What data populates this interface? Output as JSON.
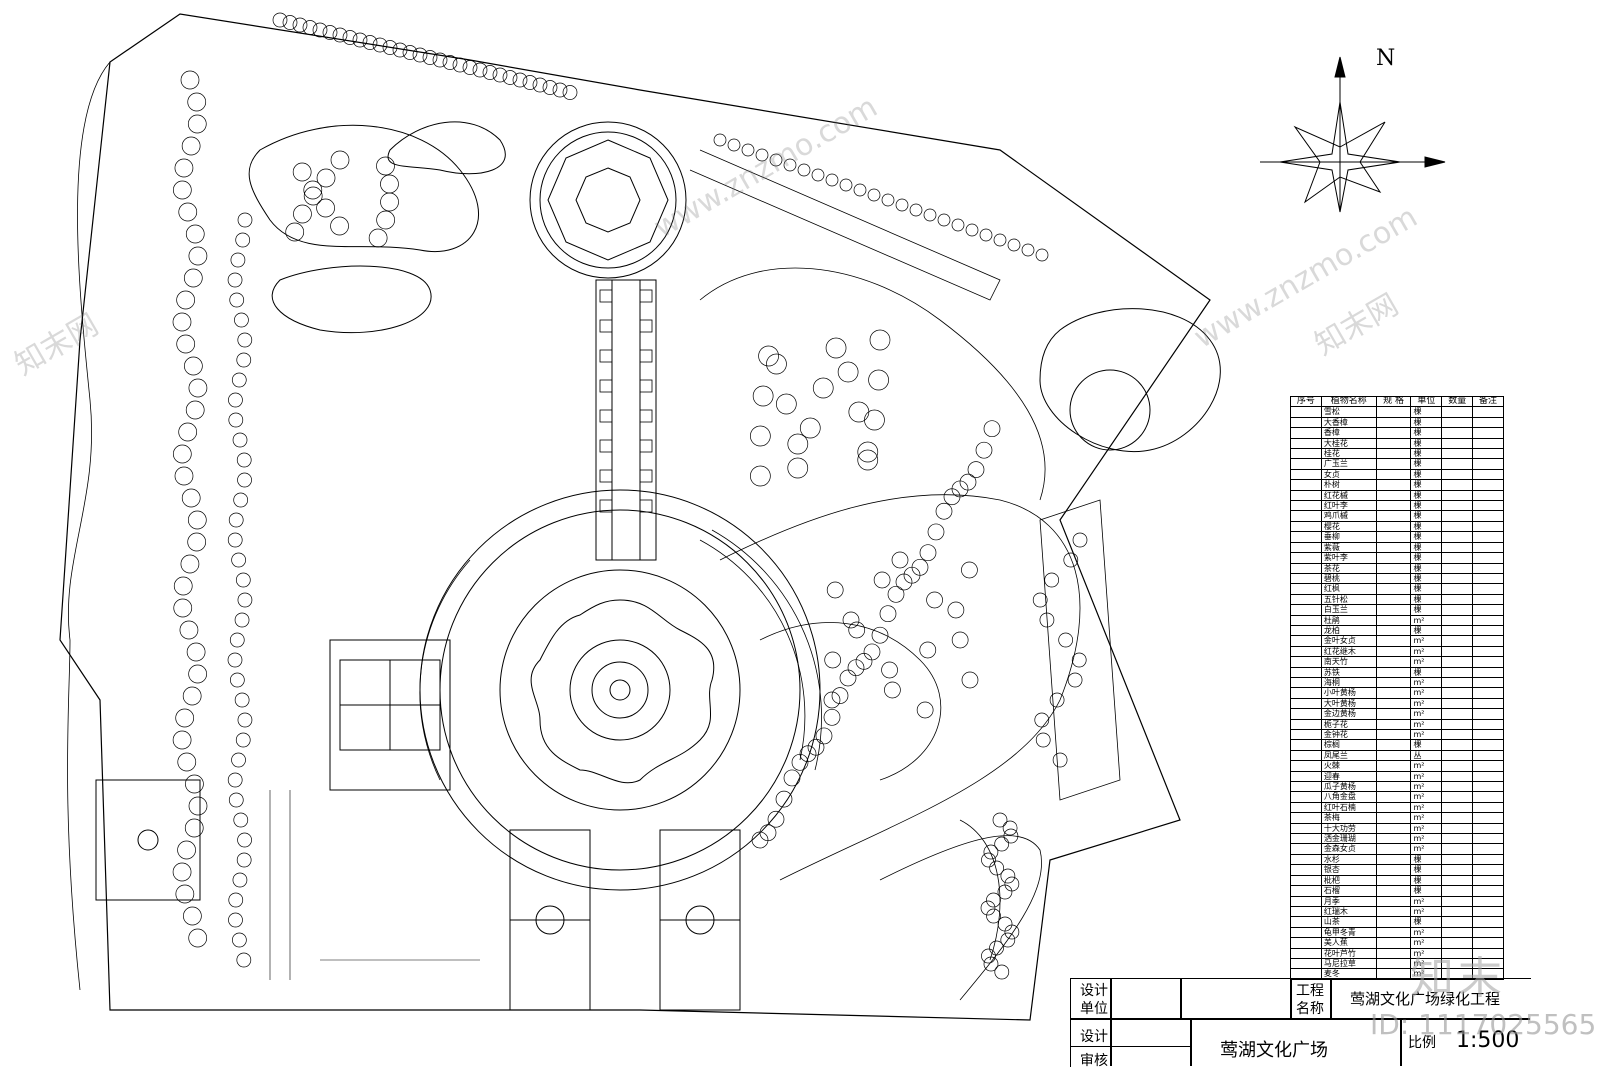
{
  "north_label": "N",
  "legend": {
    "headers": [
      "序号",
      "植物名称",
      "规 格",
      "单位",
      "数量",
      "备注"
    ],
    "plants": [
      "雪松",
      "大香樟",
      "香樟",
      "大桂花",
      "桂花",
      "广玉兰",
      "女贞",
      "朴树",
      "红花槭",
      "红叶李",
      "鸡爪槭",
      "樱花",
      "垂柳",
      "紫薇",
      "紫叶李",
      "茶花",
      "碧桃",
      "红枫",
      "五针松",
      "白玉兰",
      "杜鹃",
      "龙柏",
      "金叶女贞",
      "红花继木",
      "南天竹",
      "苏铁",
      "海桐",
      "小叶黄杨",
      "大叶黄杨",
      "金边黄杨",
      "栀子花",
      "金钟花",
      "棕榈",
      "凤尾兰",
      "火棘",
      "迎春",
      "瓜子黄杨",
      "八角金盘",
      "红叶石楠",
      "茶梅",
      "十大功劳",
      "洒金珊瑚",
      "金森女贞",
      "水杉",
      "银杏",
      "枇杷",
      "石榴",
      "月季",
      "红瑞木",
      "山茶",
      "龟甲冬青",
      "美人蕉",
      "花叶芦竹",
      "马尼拉草",
      "麦冬"
    ],
    "units": [
      "棵",
      "棵",
      "棵",
      "棵",
      "棵",
      "棵",
      "棵",
      "棵",
      "棵",
      "棵",
      "棵",
      "棵",
      "棵",
      "棵",
      "棵",
      "棵",
      "棵",
      "棵",
      "棵",
      "棵",
      "m²",
      "棵",
      "m²",
      "m²",
      "m²",
      "棵",
      "m²",
      "m²",
      "m²",
      "m²",
      "m²",
      "m²",
      "棵",
      "丛",
      "m²",
      "m²",
      "m²",
      "m²",
      "m²",
      "m²",
      "m²",
      "m²",
      "m²",
      "棵",
      "棵",
      "棵",
      "棵",
      "m²",
      "m²",
      "棵",
      "m²",
      "m²",
      "m²",
      "m²",
      "m²"
    ]
  },
  "title_block": {
    "design_unit_label_1": "设计",
    "design_unit_label_2": "单位",
    "project_label_1": "工程",
    "project_label_2": "名称",
    "project_name": "莺湖文化广场绿化工程",
    "design_label": "设计",
    "review_label": "审核",
    "drawing_title": "莺湖文化广场",
    "scale_label": "比例",
    "scale_value": "1:500"
  },
  "watermark": {
    "text": "www.znzmo.com",
    "brand_cn": "知末网",
    "logo": "知末",
    "id": "ID: 1117025565"
  }
}
